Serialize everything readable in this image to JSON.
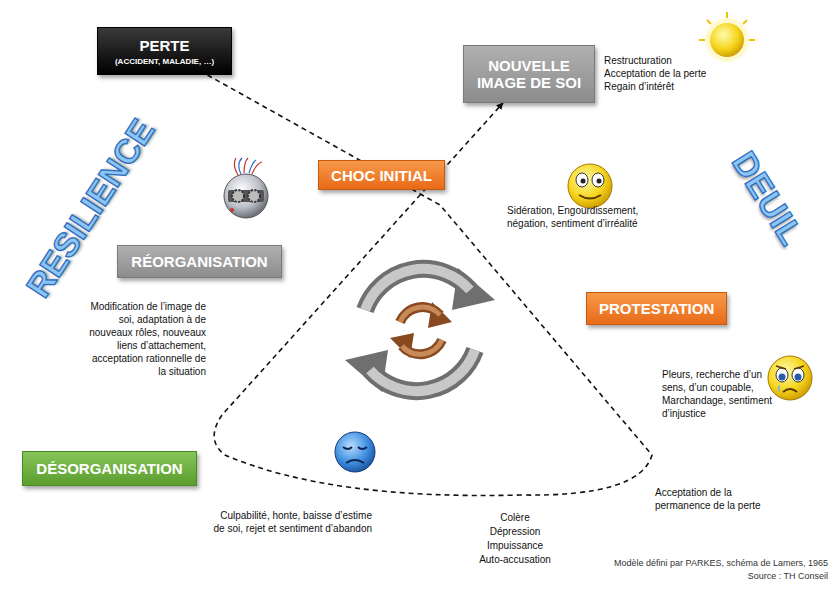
{
  "diagram": {
    "nodes": [
      {
        "text": [
          "PERTE",
          "(ACCIDENT, MALADIE, …)"
        ]
      },
      {
        "text": [
          "NOUVELLE IMAGE DE SOI"
        ]
      },
      {
        "text": [
          "CHOC INITIAL"
        ]
      },
      {
        "text": [
          "RÉORGANISATION"
        ]
      },
      {
        "text": [
          "PROTESTATION"
        ]
      },
      {
        "text": [
          "DÉSORGANISATION"
        ]
      }
    ],
    "edges": [
      {
        "from": 0,
        "to": 1,
        "arrow": "to"
      }
    ],
    "labels": [
      "RESILIENCE",
      "DEUIL",
      "Restructuration",
      "Acceptation de la perte",
      "Regain d’intérêt",
      "Sidération, Engourdissement, négation, sentiment d’irréalité",
      "Modification de l’image de soi, adaptation à de nouveaux rôles, nouveaux liens d’attachement, acceptation rationnelle de la situation",
      "Pleurs, recherche d’un sens, d’un coupable, Marchandage, sentiment d’injustice",
      "Culpabilité, honte, baisse d’estime de soi, rejet et sentiment d’abandon",
      "Colère",
      "Dépression",
      "Impuissance",
      "Auto-accusation",
      "Acceptation de la permanence de la perte",
      "Modèle défini par PARKES, schéma de Lamers, 1965",
      "Source : TH Conseil"
    ]
  }
}
